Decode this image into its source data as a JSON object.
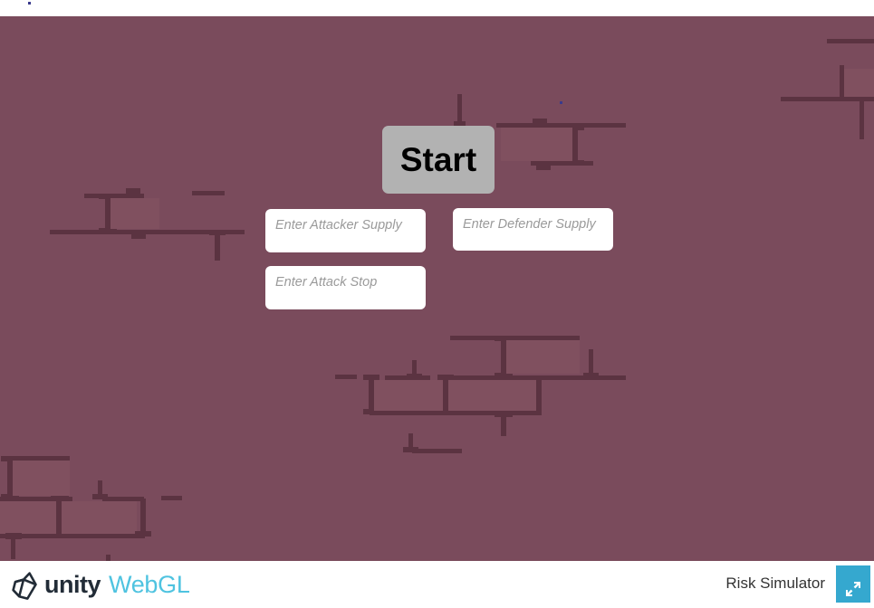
{
  "page": {
    "background_color": "#ffffff",
    "canvas_color": "#7a4b5c",
    "brick_line_color": "#5b3341",
    "brick_face_color": "#80505f"
  },
  "game": {
    "start_button_label": "Start",
    "start_button_color": "#b2b2b2",
    "inputs": [
      {
        "name": "attacker-supply",
        "placeholder": "Enter Attacker Supply",
        "value": ""
      },
      {
        "name": "defender-supply",
        "placeholder": "Enter Defender Supply",
        "value": ""
      },
      {
        "name": "attack-stop",
        "placeholder": "Enter Attack Stop",
        "value": ""
      }
    ]
  },
  "footer": {
    "logo": {
      "mark": "unity-cube-icon",
      "wordmark": "unity",
      "wordmark_color": "#222c37",
      "product": "WebGL",
      "product_color": "#4fc3e0"
    },
    "title": "Risk Simulator",
    "fullscreen_button": {
      "icon": "fullscreen-expand-icon",
      "color": "#35a8cf"
    }
  }
}
